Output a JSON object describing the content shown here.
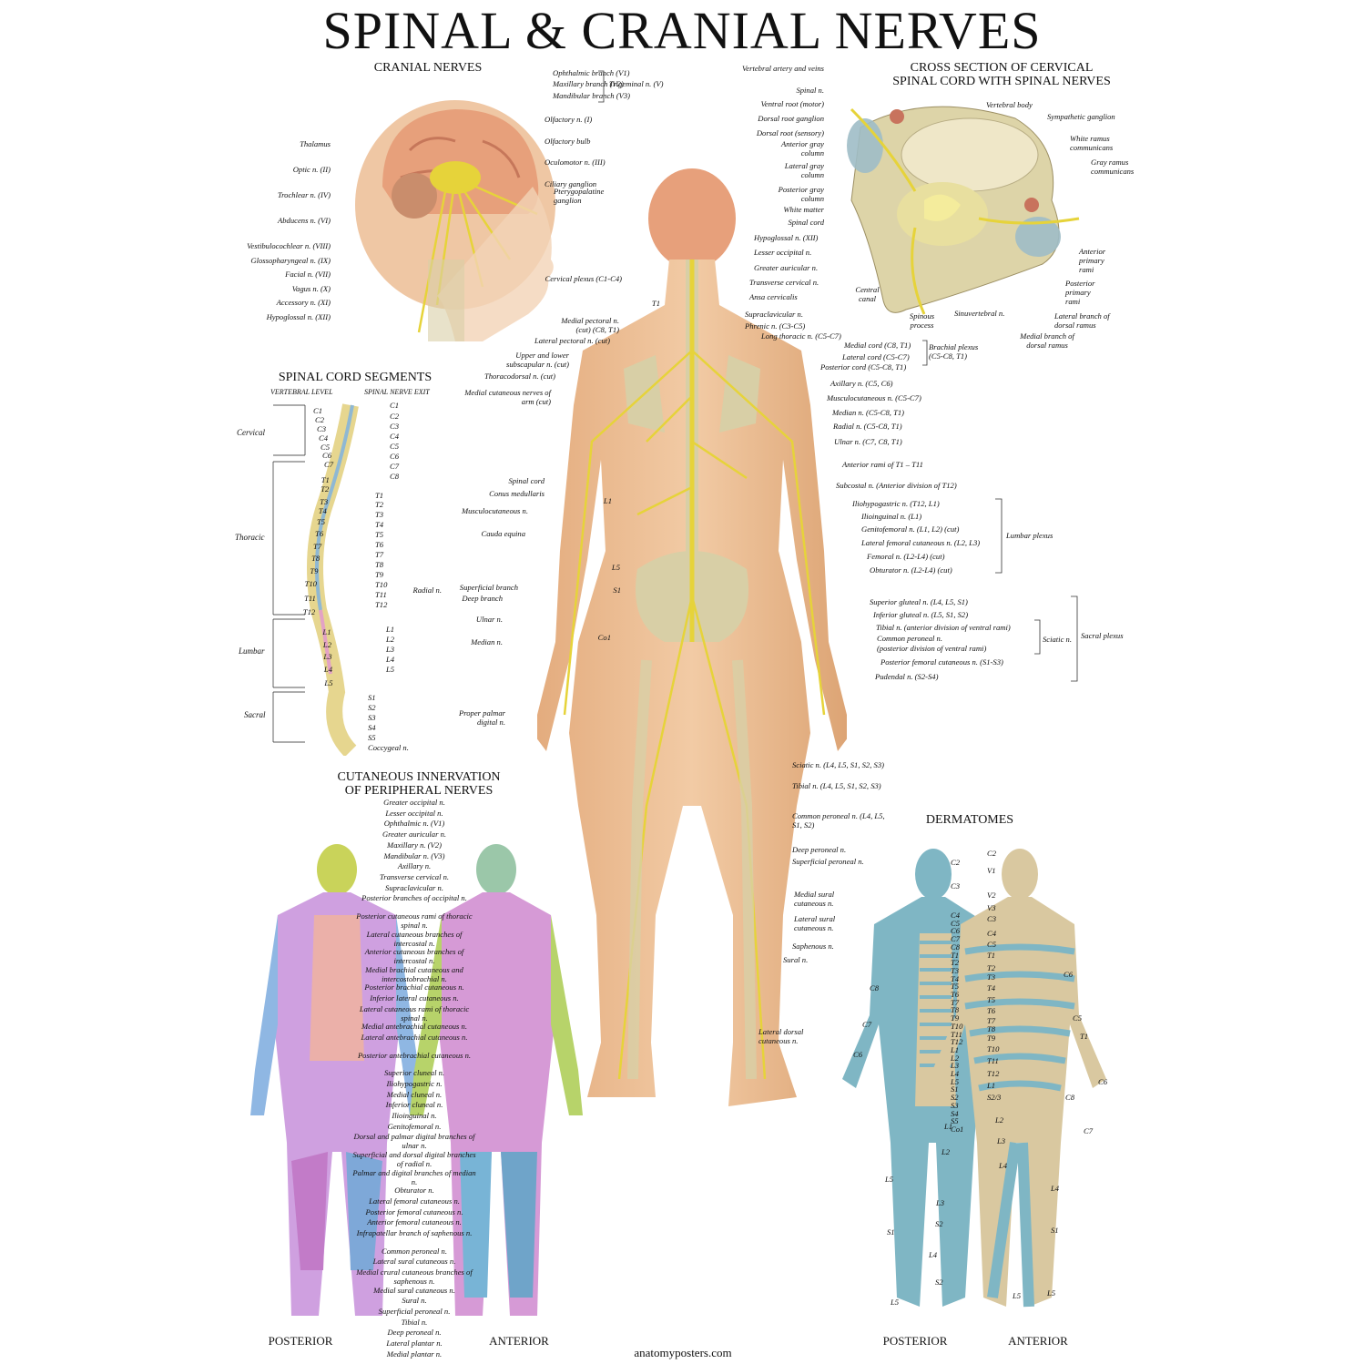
{
  "title": "SPINAL & CRANIAL NERVES",
  "footer": "anatomyposters.com",
  "colors": {
    "nerve": "#e6d33a",
    "skin": "#e9b98c",
    "bone": "#d8cfa6",
    "brain": "#e7a07b",
    "derm_blue": "#7fb6c4",
    "derm_tan": "#d9c8a0"
  },
  "cranial": {
    "heading": "CRANIAL NERVES",
    "trigeminal": "Trigeminal n. (V)",
    "right_labels": [
      "Ophthalmic branch (V1)",
      "Maxillary branch (V2)",
      "Mandibular branch (V3)",
      "Olfactory n. (I)",
      "Olfactory bulb",
      "Oculomotor n. (III)",
      "Ciliary ganglion",
      "Pterygopalatine ganglion"
    ],
    "left_labels": [
      "Thalamus",
      "Optic n. (II)",
      "Trochlear n. (IV)",
      "Abducens n. (VI)",
      "Vestibulocochlear n. (VIII)",
      "Glossopharyngeal n. (IX)",
      "Facial n. (VII)",
      "Vagus n. (X)",
      "Accessory n. (XI)",
      "Hypoglossal  n. (XII)"
    ]
  },
  "cross": {
    "heading1": "CROSS SECTION OF CERVICAL",
    "heading2": "SPINAL CORD WITH SPINAL NERVES",
    "left_labels": [
      "Vertebral artery and veins",
      "Spinal n.",
      "Ventral root (motor)",
      "Dorsal root ganglion",
      "Dorsal root (sensory)",
      "Anterior gray column",
      "Lateral gray column",
      "Posterior gray column",
      "White matter",
      "Spinal cord"
    ],
    "right_labels": [
      "Vertebral body",
      "Sympathetic ganglion",
      "White ramus communicans",
      "Gray ramus communicans",
      "Anterior primary rami",
      "Posterior primary rami",
      "Lateral branch of dorsal ramus"
    ],
    "bottom_labels": [
      "Central canal",
      "Spinous process",
      "Sinuvertebral n.",
      "Medial branch of dorsal ramus"
    ]
  },
  "segments": {
    "heading": "SPINAL CORD SEGMENTS",
    "col1": "VERTEBRAL LEVEL",
    "col2": "SPINAL NERVE EXIT",
    "groups": [
      "Cervical",
      "Thoracic",
      "Lumbar",
      "Sacral"
    ],
    "vertebral": [
      "C1",
      "C2",
      "C3",
      "C4",
      "C5",
      "C6",
      "C7",
      "T1",
      "T2",
      "T3",
      "T4",
      "T5",
      "T6",
      "T7",
      "T8",
      "T9",
      "T10",
      "T11",
      "T12",
      "L1",
      "L2",
      "L3",
      "L4",
      "L5"
    ],
    "exits": [
      "C1",
      "C2",
      "C3",
      "C4",
      "C5",
      "C6",
      "C7",
      "C8",
      "T1",
      "T2",
      "T3",
      "T4",
      "T5",
      "T6",
      "T7",
      "T8",
      "T9",
      "T10",
      "T11",
      "T12",
      "L1",
      "L2",
      "L3",
      "L4",
      "L5",
      "S1",
      "S2",
      "S3",
      "S4",
      "S5",
      "Coccygeal n."
    ]
  },
  "central": {
    "left_labels": [
      "Cervical plexus (C1-C4)",
      "T1",
      "Medial pectoral n. (cut) (C8, T1)",
      "Lateral pectoral n. (cut)",
      "Upper and lower subscapular n. (cut)",
      "Thoracodorsal n. (cut)",
      "Medial cutaneous nerves of arm (cut)",
      "Spinal cord",
      "Conus medullaris",
      "L1",
      "Musculocutaneous n.",
      "Cauda equina",
      "L5",
      "Radial n.",
      "Superficial branch",
      "Deep branch",
      "S1",
      "Ulnar n.",
      "Co1",
      "Median n.",
      "Proper palmar digital n."
    ],
    "right_labels": [
      "Hypoglossal n. (XII)",
      "Lesser occipital n.",
      "Greater auricular n.",
      "Transverse cervical n.",
      "Ansa cervicalis",
      "Supraclavicular n.",
      "Phrenic n. (C3-C5)",
      "Long thoracic n. (C5-C7)",
      "Medial cord (C8, T1)",
      "Lateral cord (C5-C7)",
      "Posterior cord (C5-C8, T1)",
      "Axillary n. (C5, C6)",
      "Musculocutaneous n. (C5-C7)",
      "Median n. (C5-C8, T1)",
      "Radial n. (C5-C8, T1)",
      "Ulnar n. (C7, C8, T1)",
      "Anterior rami of T1 – T11",
      "Subcostal n. (Anterior division of T12)",
      "Iliohypogastric n. (T12, L1)",
      "Ilioinguinal n. (L1)",
      "Genitofemoral n. (L1, L2) (cut)",
      "Lateral femoral cutaneous n. (L2, L3)",
      "Femoral n. (L2-L4) (cut)",
      "Obturator n. (L2-L4) (cut)",
      "Superior gluteal n. (L4, L5, S1)",
      "Inferior gluteal n. (L5, S1, S2)",
      "Tibial n. (anterior division of ventral rami)",
      "Common peroneal n.",
      "(posterior division of ventral rami)",
      "Posterior femoral cutaneous n. (S1-S3)",
      "Pudendal n. (S2-S4)"
    ],
    "brachial": "Brachial plexus (C5-C8, T1)",
    "lumbar": "Lumbar plexus",
    "sciatic": "Sciatic n.",
    "sacral": "Sacral plexus",
    "leg_labels": [
      "Sciatic n. (L4, L5, S1, S2, S3)",
      "Tibial n. (L4, L5, S1, S2, S3)",
      "Common peroneal n. (L4, L5, S1, S2)",
      "Deep peroneal n.",
      "Superficial  peroneal n.",
      "Medial sural cutaneous n.",
      "Lateral sural cutaneous n.",
      "Saphenous n.",
      "Sural n.",
      "Lateral dorsal cutaneous n."
    ]
  },
  "cutaneous": {
    "heading1": "CUTANEOUS INNERVATION",
    "heading2": "OF PERIPHERAL NERVES",
    "labels": [
      "Greater occipital n.",
      "Lesser occipital n.",
      "Ophthalmic n. (V1)",
      "Greater auricular n.",
      "Maxillary n. (V2)",
      "Mandibular n. (V3)",
      "Axillary n.",
      "Transverse cervical n.",
      "Supraclavicular n.",
      "Posterior branches of occipital n.",
      "Posterior cutaneous rami of thoracic spinal n.",
      "Lateral cutaneous branches of intercostal n.",
      "Anterior cutaneous branches of intercostal n.",
      "Medial brachial cutaneous and intercostobrachial n.",
      "Posterior brachial cutaneous n.",
      "Inferior lateral cutaneous n.",
      "Lateral cutaneous rami of thoracic spinal n.",
      "Medial antebrachial cutaneous n.",
      "Lateral antebrachial cutaneous n.",
      "Posterior antebrachial cutaneous n.",
      "Superior cluneal n.",
      "Iliohypogastric n.",
      "Medial cluneal n.",
      "Inferior cluneal n.",
      "Ilioinguinal n.",
      "Genitofemoral n.",
      "Dorsal and palmar digital branches of ulnar n.",
      "Superficial and dorsal digital branches of radial n.",
      "Palmar and digital branches of median n.",
      "Obturator n.",
      "Lateral femoral cutaneous n.",
      "Posterior femoral cutaneous n.",
      "Anterior femoral cutaneous n.",
      "Infrapatellar branch of saphenous n.",
      "Common peroneal n.",
      "Lateral sural cutaneous n.",
      "Medial crural cutaneous branches of saphenous n.",
      "Medial sural cutaneous n.",
      "Sural n.",
      "Superficial peroneal n.",
      "Tibial n.",
      "Deep peroneal n.",
      "Lateral plantar n.",
      "Medial plantar n."
    ],
    "posterior": "POSTERIOR",
    "anterior": "ANTERIOR"
  },
  "dermatomes": {
    "heading": "DERMATOMES",
    "post_labels": [
      "C2",
      "C3",
      "C4",
      "C5",
      "C6",
      "C7",
      "C8",
      "T1",
      "T2",
      "T3",
      "T4",
      "T5",
      "T6",
      "T7",
      "T8",
      "T9",
      "T10",
      "T11",
      "T12",
      "L1",
      "L2",
      "L3",
      "L4",
      "L5",
      "S1",
      "S2",
      "S3",
      "S4",
      "S5",
      "Co1"
    ],
    "post_side": [
      "C8",
      "C7",
      "C6",
      "L1",
      "L2",
      "L5",
      "L3",
      "S1",
      "S2",
      "L4",
      "S2",
      "L5"
    ],
    "ant_labels": [
      "C2",
      "V1",
      "V2",
      "V3",
      "C3",
      "C4",
      "C5",
      "T1",
      "T2",
      "T3",
      "T4",
      "T5",
      "T6",
      "T7",
      "T8",
      "T9",
      "T10",
      "T11",
      "T12",
      "L1",
      "S2/3",
      "L2",
      "L3",
      "L4",
      "L5",
      "S1",
      "L4",
      "L5"
    ],
    "ant_side": [
      "C6",
      "C5",
      "T1",
      "C6",
      "C8",
      "C7"
    ],
    "posterior": "POSTERIOR",
    "anterior": "ANTERIOR"
  }
}
